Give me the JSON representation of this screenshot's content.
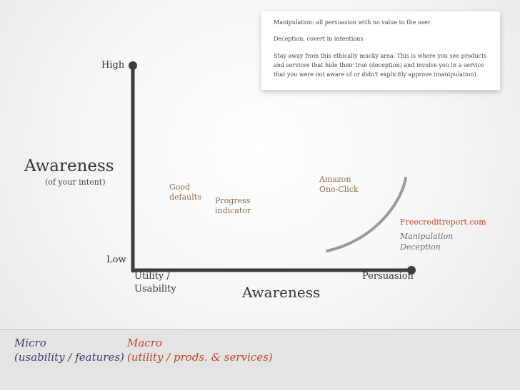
{
  "notes": {
    "manipulation": "Manipulation: all persuasion with no value to the user",
    "deception": "Deception:  covert in intentions",
    "warning_line1": "Stay away from this ethically mucky area. This is where you see products",
    "warning_line2": "and services that hide their true (deception) and involve you in a service",
    "warning_line3": "that you were not aware of or didn't explicitly approve (manipulation)."
  },
  "y_axis": {
    "high": "High",
    "low": "Low",
    "title": "Awareness",
    "subtitle": "(of your intent)"
  },
  "x_axis": {
    "start_line1": "Utility /",
    "start_line2": "Usability",
    "end": "Persuasion",
    "title": "Awareness"
  },
  "points": {
    "good_defaults_line1": "Good",
    "good_defaults_line2": "defaults",
    "progress_line1": "Progress",
    "progress_line2": "indicator",
    "amazon_line1": "Amazon",
    "amazon_line2": "One-Click",
    "freecredit": "Freecreditreport.com",
    "manipulation": "Manipulation",
    "deception": "Deception"
  },
  "footer": {
    "micro_title": "Micro",
    "micro_sub": "(usability / features)",
    "macro_title": "Macro",
    "macro_sub": "(utility / prods. & services)"
  },
  "colors": {
    "axis": "#3d3d3d",
    "curve": "#9a9a9a",
    "accent_red": "#c0452a",
    "micro": "#3e3a6e",
    "macro": "#c0452a",
    "point_label": "#8b6b4a"
  }
}
